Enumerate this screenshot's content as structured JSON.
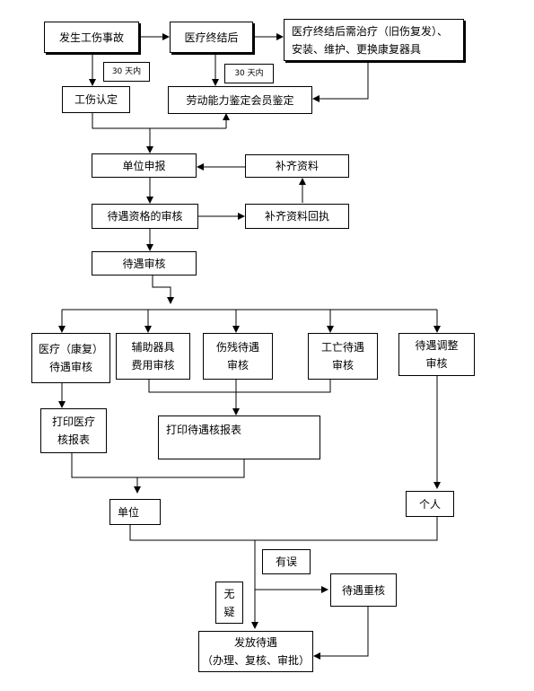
{
  "nodes": {
    "injury": "发生工伤事故",
    "treatment_end": "医疗终结后",
    "post_treatment": "医疗终结后需治疗（旧伤复发）、\n安装、维护、更换康复器具",
    "injury_recognition": "工伤认定",
    "labor_appraisal": "劳动能力鉴定会员鉴定",
    "days30_a": "30 天内",
    "days30_b": "30 天内",
    "unit_report": "单位申报",
    "supplement": "补齐资料",
    "qualification_review": "待遇资格的审核",
    "supplement_receipt": "补齐资料回执",
    "benefit_review": "待遇审核",
    "medical_review": "医疗（康复）\n待遇审核",
    "aid_review": "辅助器具\n费用审核",
    "disability_review": "伤残待遇\n审核",
    "death_review": "工亡待遇\n审核",
    "adjust_review": "待遇调整\n审核",
    "print_medical": "打印医疗\n核报表",
    "print_benefit": "打印待遇核报表",
    "unit": "单位",
    "individual": "个人",
    "error": "有误",
    "no_doubt": "无\n疑",
    "re_review": "待遇重核",
    "payout": "发放待遇\n（办理、复核、审批）"
  }
}
